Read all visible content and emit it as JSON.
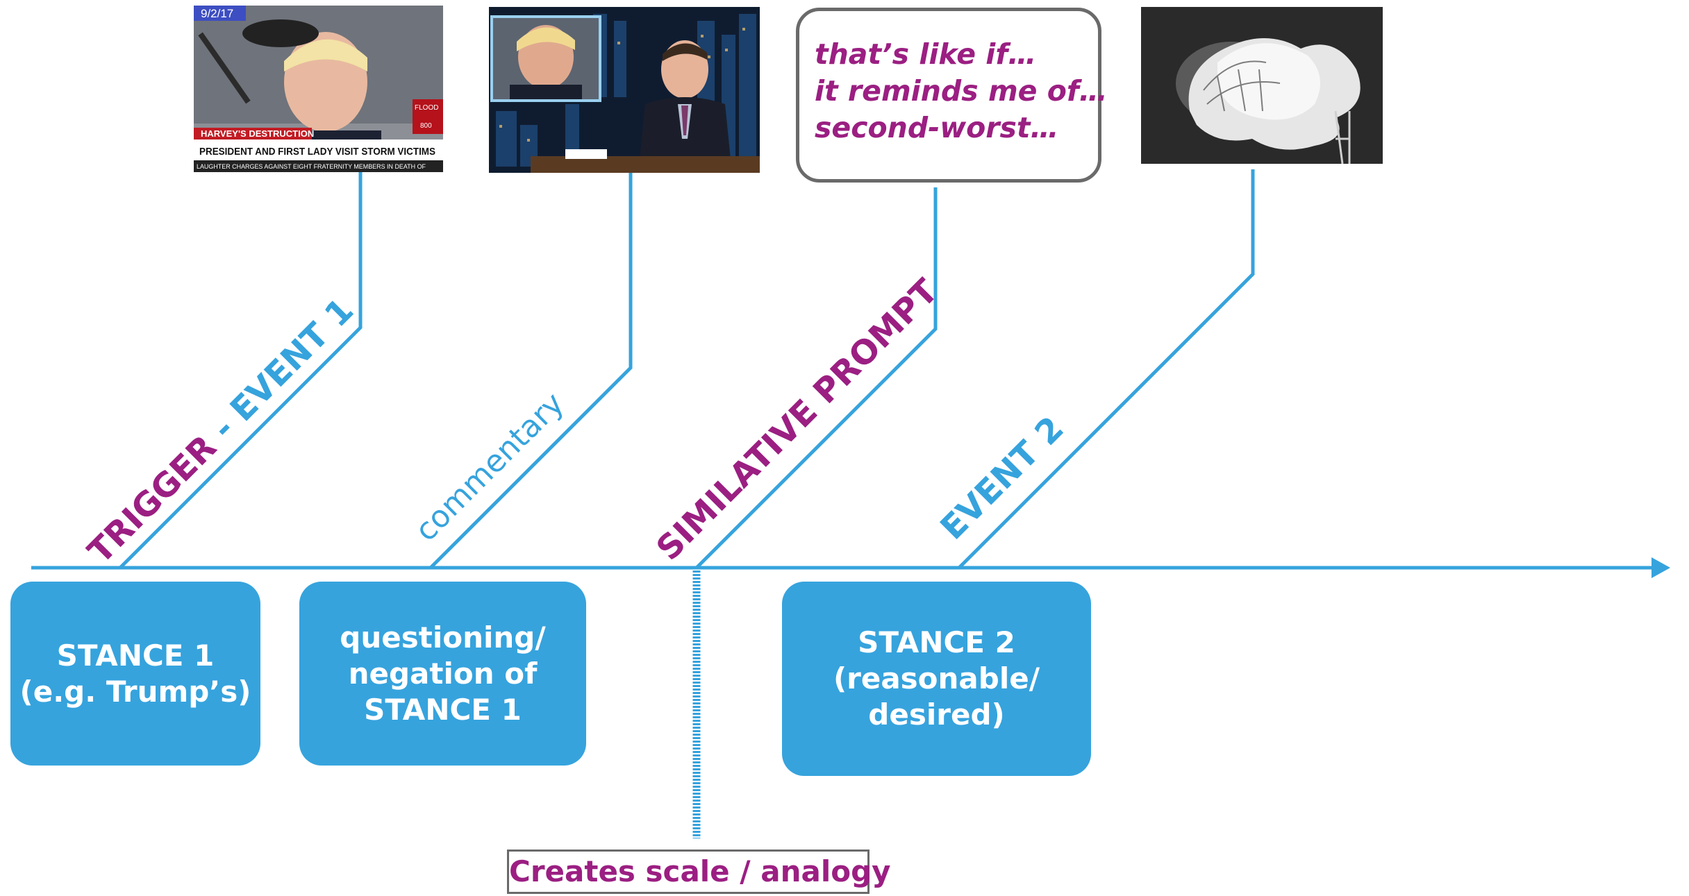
{
  "timeline": {
    "events": [
      {
        "id": "trigger",
        "label_main": "TRIGGER",
        "label_sep": " - ",
        "label_sub": "EVENT 1"
      },
      {
        "id": "commentary",
        "label": "commentary"
      },
      {
        "id": "similative",
        "label": "SIMILATIVE PROMPT"
      },
      {
        "id": "event2",
        "label": "EVENT 2"
      }
    ]
  },
  "news_photo": {
    "date": "9/2/17",
    "banner": "HARVEY'S DESTRUCTION",
    "headline": "PRESIDENT AND FIRST LADY VISIT STORM VICTIMS",
    "ticker": "LAUGHTER CHARGES AGAINST EIGHT FRATERNITY MEMBERS IN DEATH OF",
    "side_tag": "FLOOD",
    "side_count": "800"
  },
  "speech_bubble": {
    "lines": [
      "that’s like if…",
      "it reminds me of…",
      "second-worst…"
    ]
  },
  "stances": {
    "stance1": {
      "line1": "STANCE 1",
      "line2": "(e.g. Trump’s)"
    },
    "negation": {
      "line1": "questioning/",
      "line2": "negation of",
      "line3": "STANCE 1"
    },
    "stance2": {
      "line1": "STANCE 2",
      "line2": "(reasonable/",
      "line3": "desired)"
    }
  },
  "scale_note": "Creates scale / analogy",
  "colors": {
    "accent_blue": "#36a3dd",
    "accent_magenta": "#9b1f82",
    "border_gray": "#6a6a6a"
  }
}
